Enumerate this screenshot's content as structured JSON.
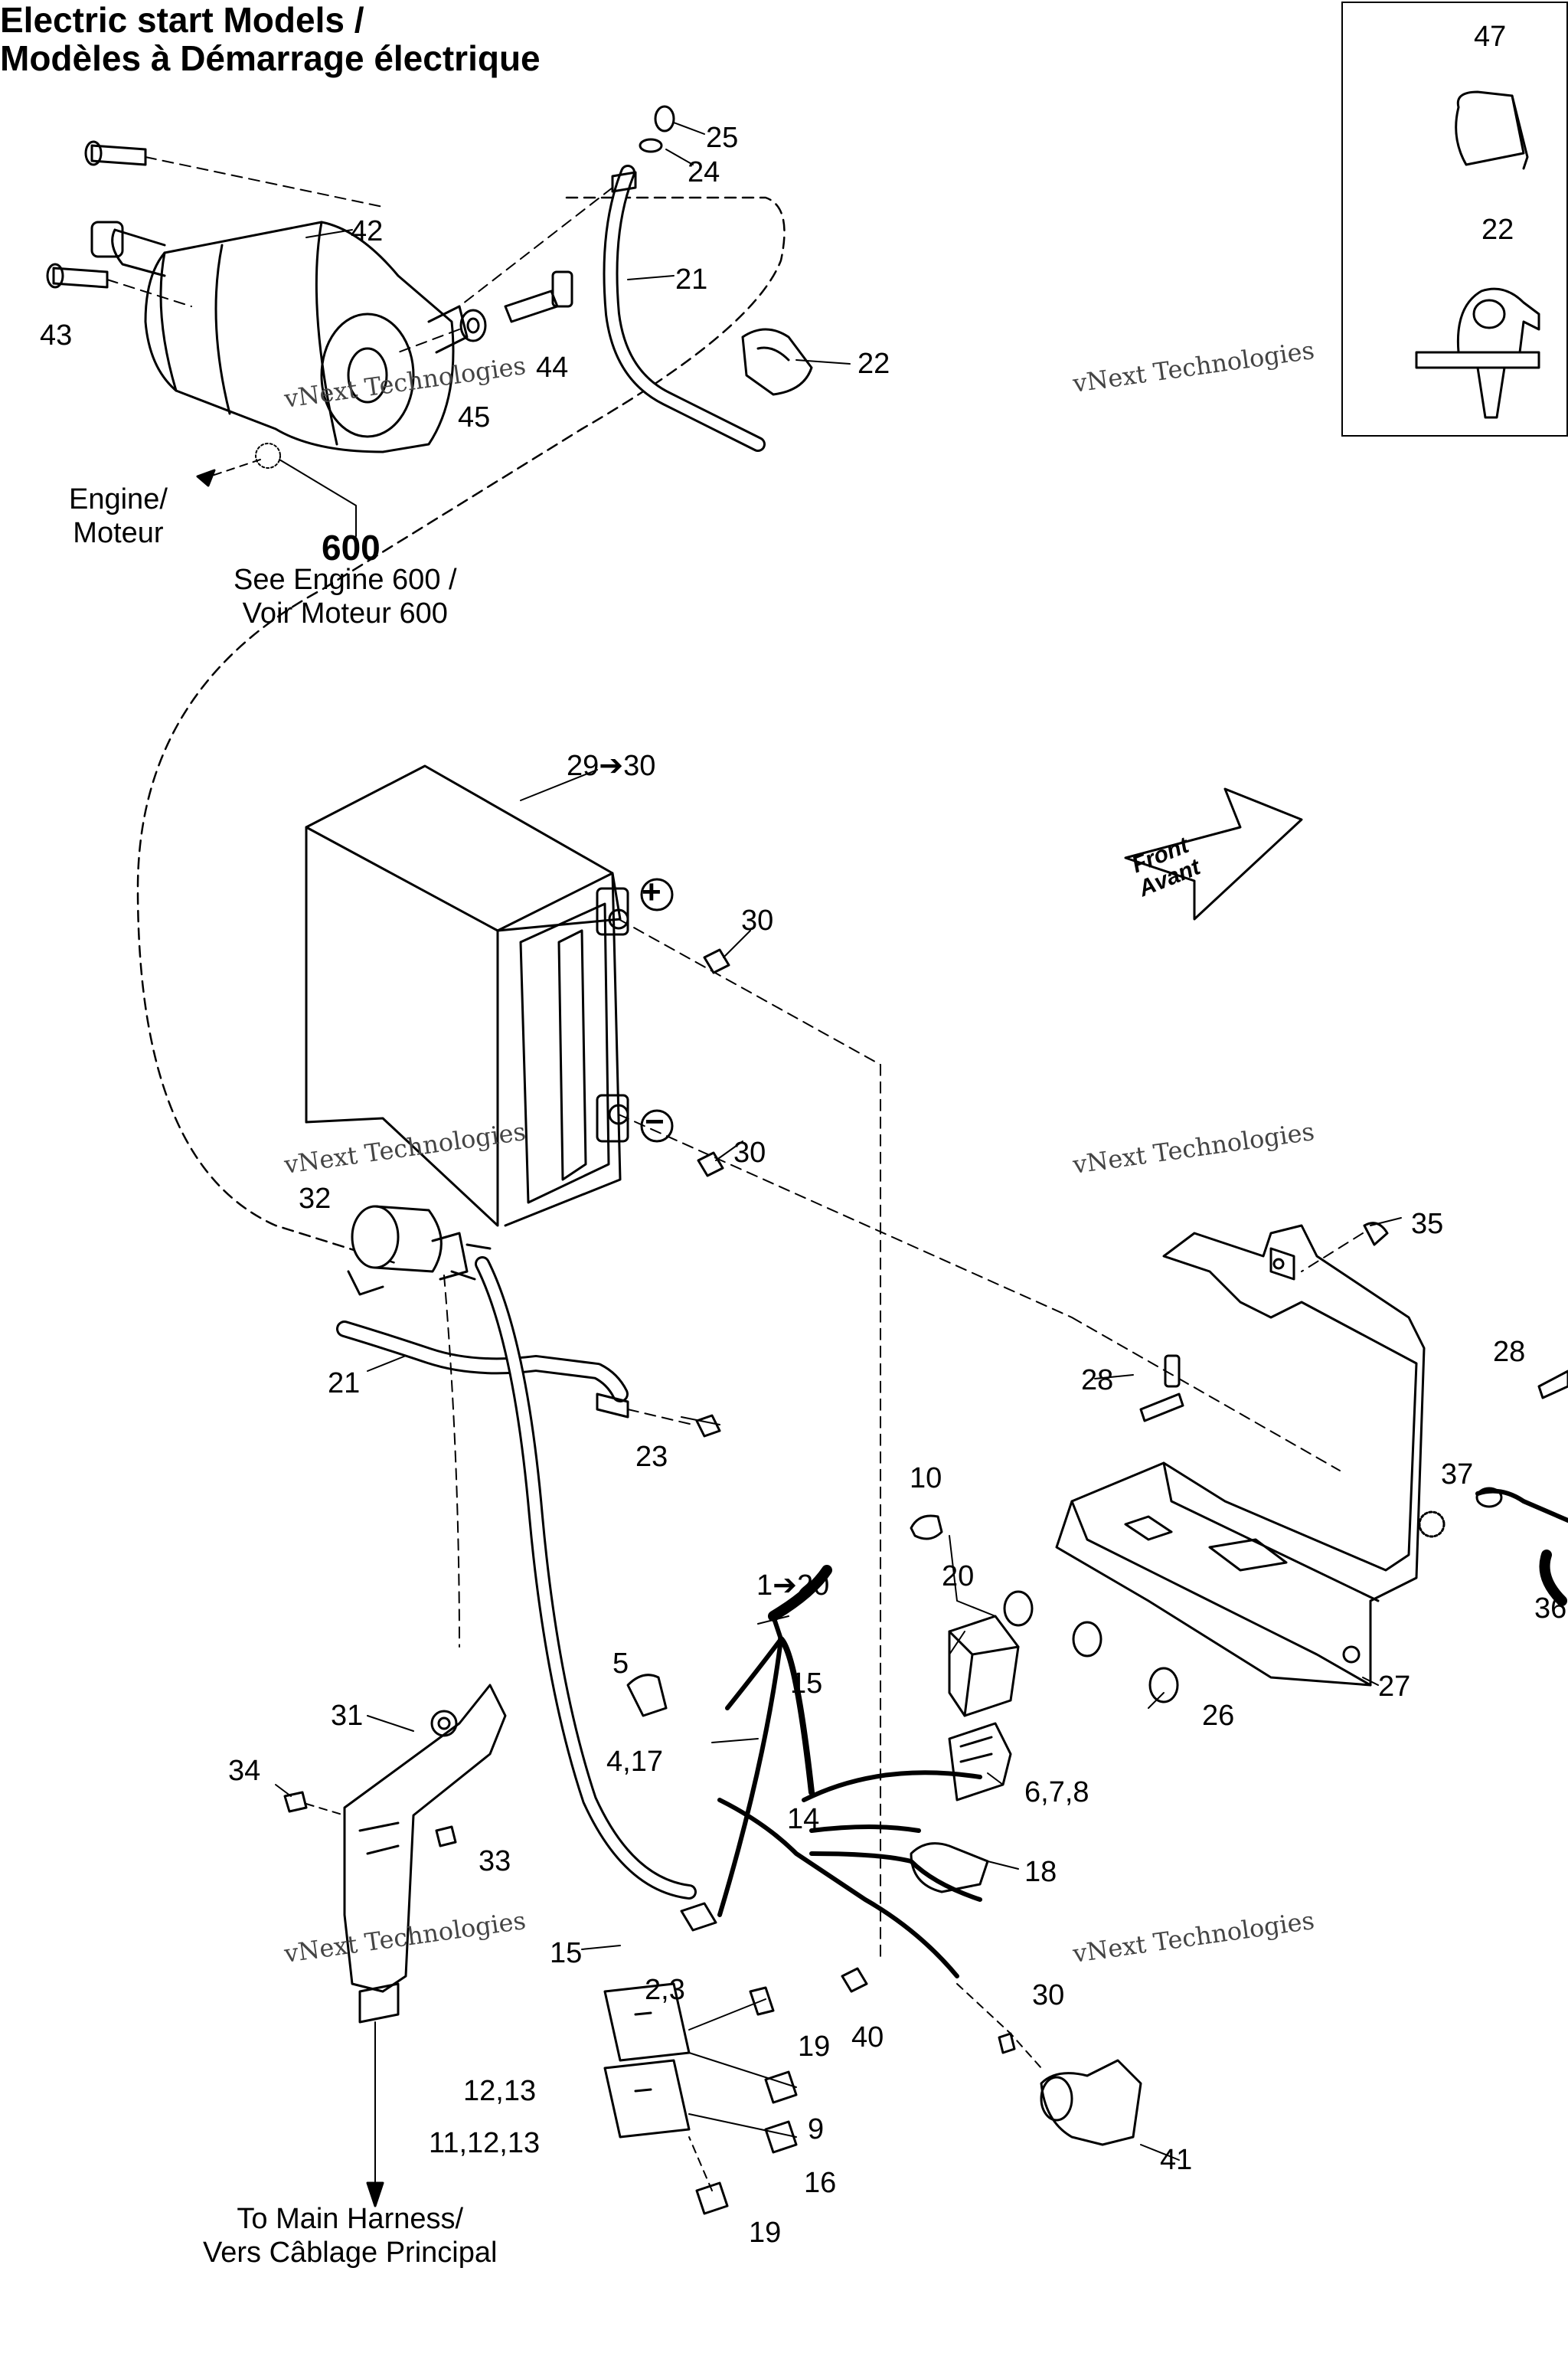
{
  "title": {
    "line1": "Electric start Models /",
    "line2": "Modèles à Démarrage électrique"
  },
  "engine_note": {
    "label_line1": "Engine/",
    "label_line2": "Moteur",
    "ref_number": "600",
    "see_line1": "See Engine 600 /",
    "see_line2": "Voir Moteur 600"
  },
  "harness_note": {
    "line1": "To Main Harness/",
    "line2": "Vers Câblage Principal"
  },
  "front_arrow": {
    "line1": "Front",
    "line2": "Avant"
  },
  "watermark": {
    "small": "vNext Technologies",
    "big_line1": "vNext",
    "big_line2": "Technologies"
  },
  "inset": {
    "callouts": [
      "47",
      "22"
    ]
  },
  "battery_terminals": {
    "positive": "+",
    "negative": "−"
  },
  "callouts": {
    "c25": "25",
    "c24": "24",
    "c42": "42",
    "c21a": "21",
    "c43": "43",
    "c44": "44",
    "c45": "45",
    "c22": "22",
    "c29": "29➔30",
    "c30a": "30",
    "c30b": "30",
    "c32": "32",
    "c35": "35",
    "c28a": "28",
    "c28b": "28",
    "c21b": "21",
    "c23": "23",
    "c37": "37",
    "c36": "36",
    "c10": "10",
    "c20a": "20",
    "c1to20": "1➔20",
    "c5": "5",
    "c15a": "15",
    "c31": "31",
    "c27": "27",
    "c26": "26",
    "c417": "4,17",
    "c678": "6,7,8",
    "c34": "34",
    "c14": "14",
    "c33": "33",
    "c18": "18",
    "c15b": "15",
    "c23b": "2,3",
    "c30c": "30",
    "c19a": "19",
    "c40": "40",
    "c1213": "12,13",
    "c9": "9",
    "c111213": "11,12,13",
    "c41": "41",
    "c16": "16",
    "c19b": "19"
  }
}
